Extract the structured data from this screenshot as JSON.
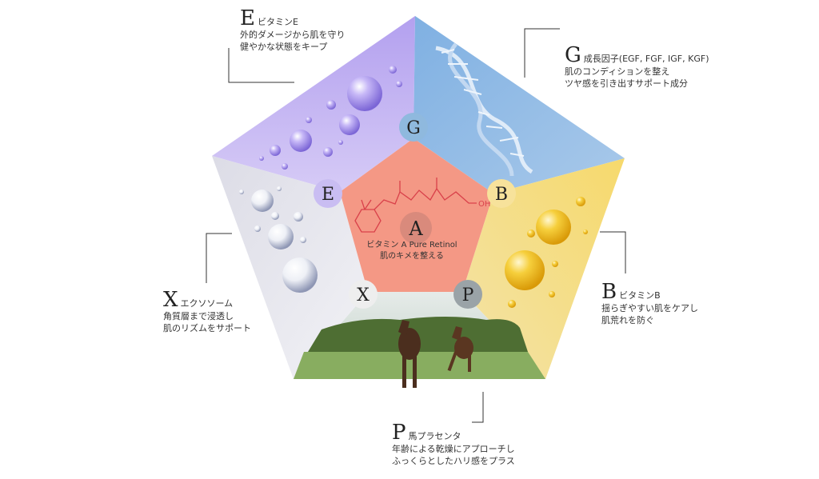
{
  "center": {
    "letter": "A",
    "title": "ビタミン A  Pure Retinol",
    "desc": "肌のキメを整える",
    "molecule_label": "OH"
  },
  "nodes": {
    "G": "G",
    "B": "B",
    "P": "P",
    "X": "X",
    "E": "E"
  },
  "callouts": {
    "E": {
      "letter": "E",
      "name": "ビタミンE",
      "lines": [
        "外的ダメージから肌を守り",
        "健やかな状態をキープ"
      ]
    },
    "G": {
      "letter": "G",
      "name": "成長因子(EGF, FGF, IGF, KGF)",
      "lines": [
        "肌のコンディションを整え",
        "ツヤ感を引き出すサポート成分"
      ]
    },
    "B": {
      "letter": "B",
      "name": "ビタミンB",
      "lines": [
        "揺らぎやすい肌をケアし",
        "肌荒れを防ぐ"
      ]
    },
    "X": {
      "letter": "X",
      "name": "エクソソーム",
      "lines": [
        "角質層まで浸透し",
        "肌のリズムをサポート"
      ]
    },
    "P": {
      "letter": "P",
      "name": "馬プラセンタ",
      "lines": [
        "年齢による乾燥にアプローチし",
        "ふっくらとしたハリ感をプラス"
      ]
    }
  },
  "colors": {
    "purple": "#b9a8ee",
    "blue": "#8fb8e3",
    "yellow": "#f4d77a",
    "white": "#e4e4ec",
    "center": "#f49a86",
    "node_G": "#8fb9de",
    "node_B": "#f7e29b",
    "node_P": "#9aa3a7",
    "node_X": "#eeeeee",
    "node_E": "#c9bdf2",
    "node_A": "#d98a7c"
  }
}
